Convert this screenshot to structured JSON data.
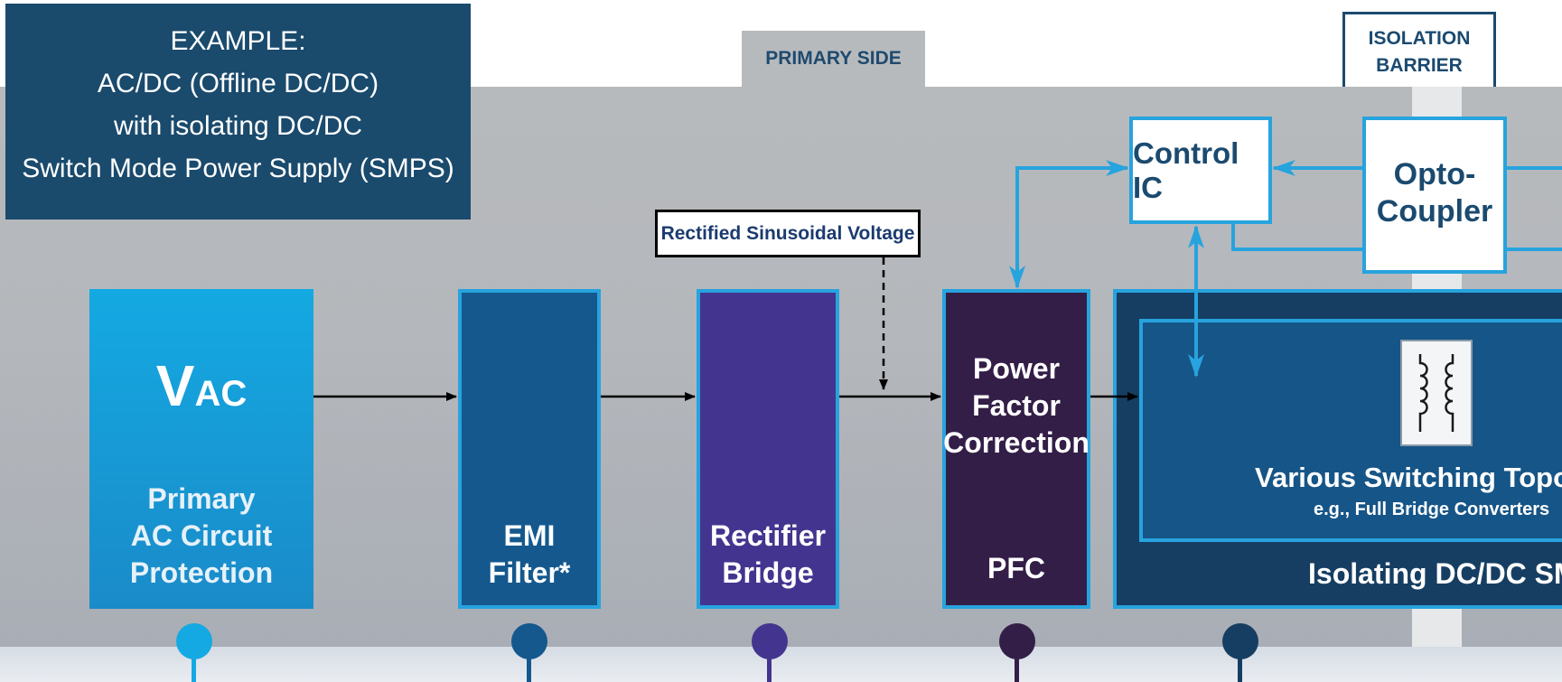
{
  "header": {
    "example_lines": [
      "EXAMPLE:",
      "AC/DC (Offline DC/DC)",
      "with isolating DC/DC",
      "Switch Mode Power Supply (SMPS)"
    ],
    "primary_side": "PRIMARY SIDE",
    "isolation_barrier": [
      "ISOLATION",
      "BARRIER"
    ]
  },
  "blocks": {
    "vac": {
      "symbol_main": "V",
      "symbol_sub": "AC",
      "label": [
        "Primary",
        "AC Circuit",
        "Protection"
      ]
    },
    "emi": {
      "label": [
        "EMI",
        "Filter*"
      ]
    },
    "rectifier": {
      "label": [
        "Rectifier",
        "Bridge"
      ]
    },
    "pfc": {
      "title": [
        "Power",
        "Factor",
        "Correction"
      ],
      "abbr": "PFC"
    },
    "smps": {
      "title": "Various Switching Topologies",
      "subtitle": "e.g., Full Bridge Converters",
      "label": "Isolating DC/DC SMPS"
    },
    "control_ic": "Control IC",
    "opto": [
      "Opto-",
      "Coupler"
    ]
  },
  "annotation": {
    "rectified": "Rectified Sinusoidal Voltage"
  },
  "colors": {
    "accent_blue": "#27a3de",
    "vac": "#14a9e2",
    "emi": "#14588e",
    "rectifier": "#43358f",
    "pfc": "#331e47",
    "smps": "#163e62",
    "navy_text": "#1b4a6f"
  }
}
